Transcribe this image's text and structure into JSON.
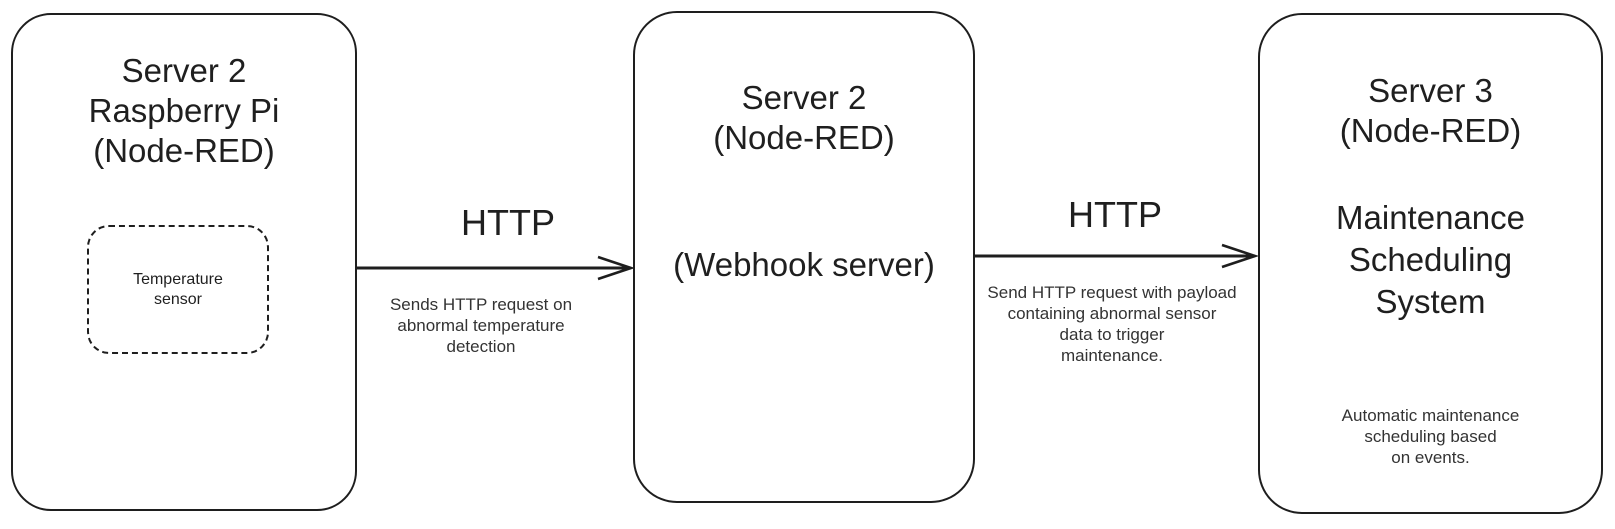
{
  "colors": {
    "stroke": "#1e1e1e",
    "text": "#1f1f1f",
    "text_small": "#333333",
    "background": "#ffffff"
  },
  "diagram": {
    "type": "architecture-flow"
  },
  "nodes": {
    "server2_pi": {
      "title": "Server 2\nRaspberry Pi\n(Node-RED)",
      "sensor_label": "Temperature\nsensor"
    },
    "server2_webhook": {
      "title": "Server 2\n(Node-RED)",
      "body": "(Webhook server)"
    },
    "server3": {
      "title": "Server 3\n(Node-RED)",
      "subtitle": "Maintenance\nScheduling\nSystem",
      "note": "Automatic maintenance\nscheduling based\non events."
    }
  },
  "edges": [
    {
      "label": "HTTP",
      "description": "Sends HTTP request on\nabnormal temperature\ndetection"
    },
    {
      "label": "HTTP",
      "description": "Send HTTP request with payload\ncontaining abnormal sensor\ndata to trigger\nmaintenance."
    }
  ]
}
